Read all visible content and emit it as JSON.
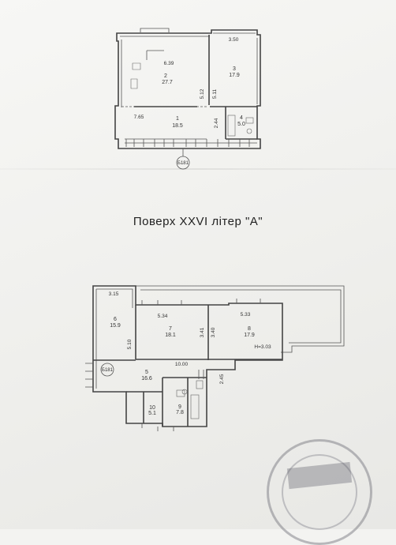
{
  "floor_title": "Поверх XXVI літер \"А\"",
  "upper_plan": {
    "rooms": [
      {
        "number": "2",
        "area": "27.7"
      },
      {
        "number": "3",
        "area": "17.9"
      },
      {
        "number": "1",
        "area": "18.5"
      },
      {
        "number": "4",
        "area": "5.0"
      }
    ],
    "dimensions": {
      "d1": "6.39",
      "d2": "3.50",
      "d3": "5.12",
      "d4": "5.11",
      "d5": "7.65",
      "d6": "2.44"
    },
    "marker": "Б181"
  },
  "lower_plan": {
    "rooms": [
      {
        "number": "6",
        "area": "15.9"
      },
      {
        "number": "7",
        "area": "18.1"
      },
      {
        "number": "8",
        "area": "17.9"
      },
      {
        "number": "5",
        "area": "16.6"
      },
      {
        "number": "10",
        "area": "5.1"
      },
      {
        "number": "9",
        "area": "7.8"
      }
    ],
    "dimensions": {
      "d1": "3.15",
      "d2": "5.34",
      "d3": "5.33",
      "d4": "5.10",
      "d5": "3.41",
      "d6": "3.40",
      "d7": "10.00",
      "d8": "2.45"
    },
    "height_note": "H=3.03",
    "marker": "Б181"
  }
}
